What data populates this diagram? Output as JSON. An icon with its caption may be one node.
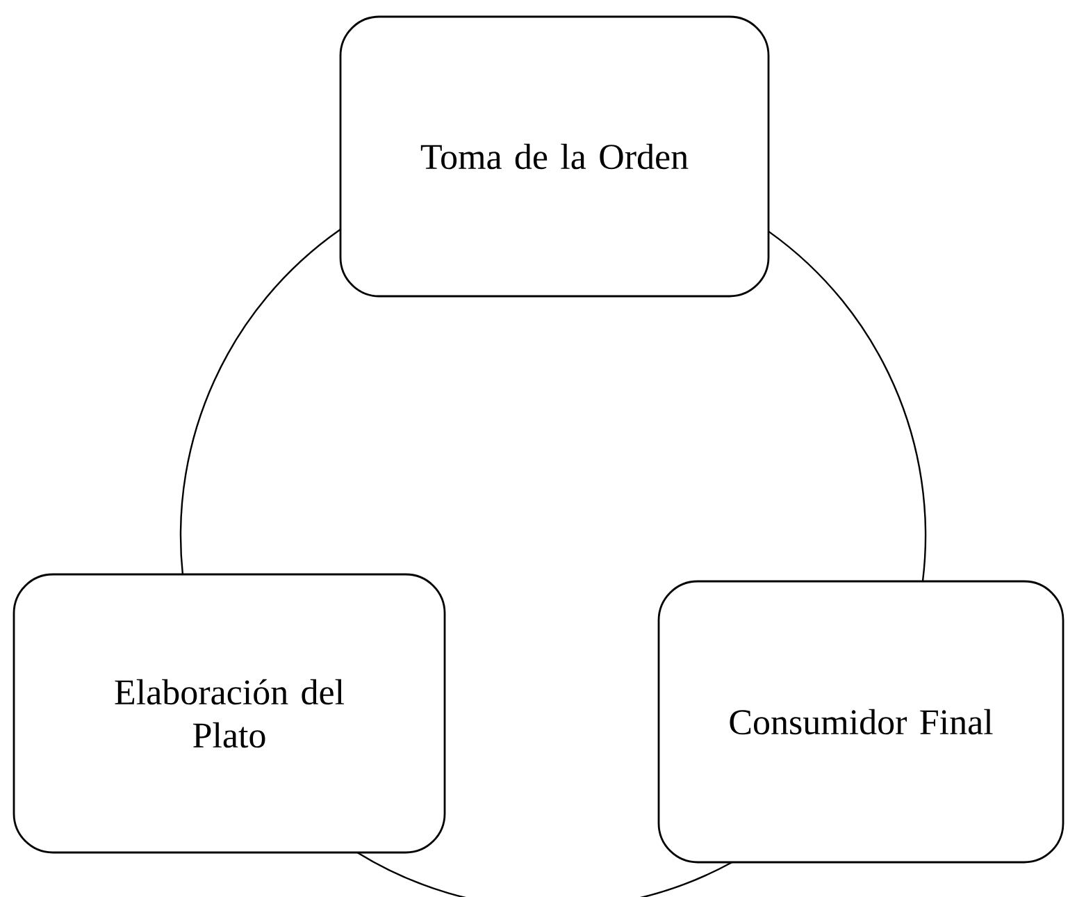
{
  "diagram": {
    "nodes": [
      {
        "text": [
          "Toma de la Orden"
        ]
      },
      {
        "text": [
          "Consumidor Final"
        ]
      },
      {
        "text": [
          "Elaboración del Plato"
        ]
      }
    ],
    "edges": [
      {
        "from": 0,
        "to": 1,
        "arrow": "none"
      },
      {
        "from": 1,
        "to": 2,
        "arrow": "none"
      },
      {
        "from": 2,
        "to": 0,
        "arrow": "none"
      }
    ]
  }
}
